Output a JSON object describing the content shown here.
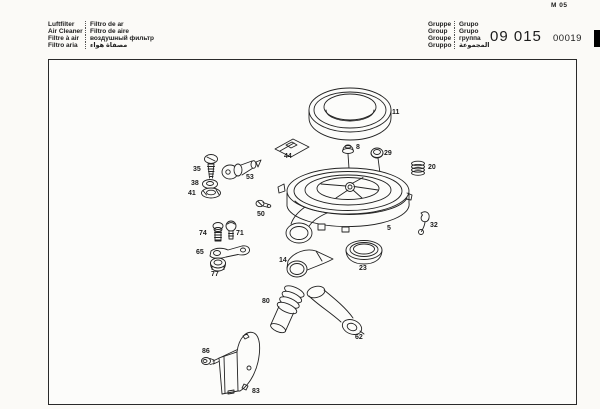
{
  "page": {
    "corner_code": "M 05"
  },
  "header": {
    "left": {
      "rows": [
        {
          "a": "Luftfilter",
          "b": "Filtro de ar"
        },
        {
          "a": "Air Cleaner",
          "b": "Filtro de aire"
        },
        {
          "a": "Filtre à air",
          "b": "воздушный фильтр"
        },
        {
          "a": "Filtro aria",
          "b": "مصفاة هواء"
        }
      ]
    },
    "right": {
      "rows": [
        {
          "a": "Gruppe",
          "b": "Grupo"
        },
        {
          "a": "Group",
          "b": "Grupo"
        },
        {
          "a": "Groupe",
          "b": "группа"
        },
        {
          "a": "Gruppo",
          "b": "المجموعة"
        }
      ],
      "group_number": "09 015",
      "sheet_number": "00019"
    }
  },
  "diagram": {
    "description": "Exploded view of air cleaner assembly",
    "part_labels": [
      {
        "id": "11",
        "text": "11"
      },
      {
        "id": "44",
        "text": "44"
      },
      {
        "id": "8",
        "text": "8"
      },
      {
        "id": "29",
        "text": "29"
      },
      {
        "id": "20",
        "text": "20"
      },
      {
        "id": "35",
        "text": "35"
      },
      {
        "id": "53",
        "text": "53"
      },
      {
        "id": "38",
        "text": "38"
      },
      {
        "id": "41",
        "text": "41"
      },
      {
        "id": "50",
        "text": "50"
      },
      {
        "id": "74",
        "text": "74"
      },
      {
        "id": "71",
        "text": "71"
      },
      {
        "id": "65",
        "text": "65"
      },
      {
        "id": "77",
        "text": "77"
      },
      {
        "id": "14",
        "text": "14"
      },
      {
        "id": "5",
        "text": "5"
      },
      {
        "id": "32",
        "text": "32"
      },
      {
        "id": "23",
        "text": "23"
      },
      {
        "id": "80",
        "text": "80"
      },
      {
        "id": "62",
        "text": "62"
      },
      {
        "id": "86",
        "text": "86"
      },
      {
        "id": "83",
        "text": "83"
      }
    ]
  },
  "colors": {
    "ink": "#222222",
    "paper": "#fcfcfa",
    "tab": "#000000"
  }
}
